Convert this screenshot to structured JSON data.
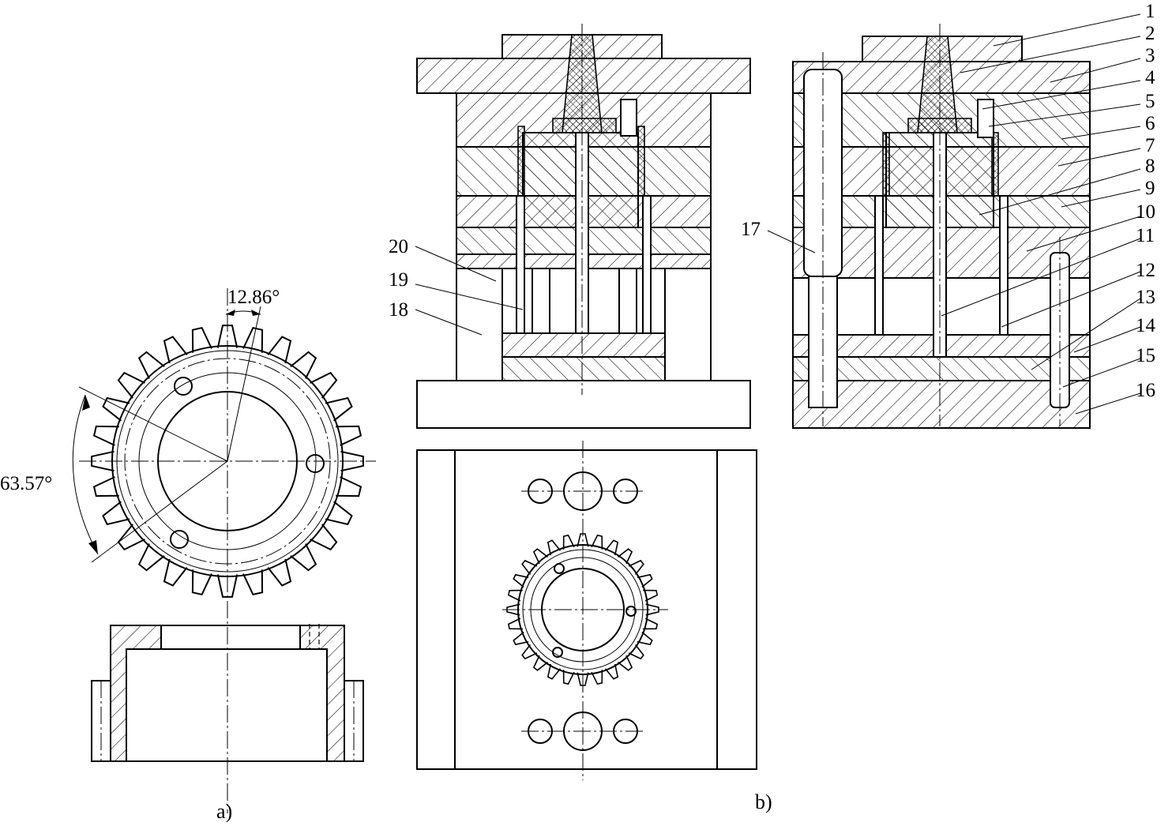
{
  "figure": {
    "part_view_caption": "a)",
    "mold_view_caption": "b)"
  },
  "dimensions": {
    "tooth_pitch_angle": "12.86°",
    "hole_spacing_angle": "63.57°"
  },
  "callouts": [
    "1",
    "2",
    "3",
    "4",
    "5",
    "6",
    "7",
    "8",
    "9",
    "10",
    "11",
    "12",
    "13",
    "14",
    "15",
    "16",
    "17",
    "18",
    "19",
    "20"
  ],
  "gear": {
    "tooth_count": 28
  }
}
